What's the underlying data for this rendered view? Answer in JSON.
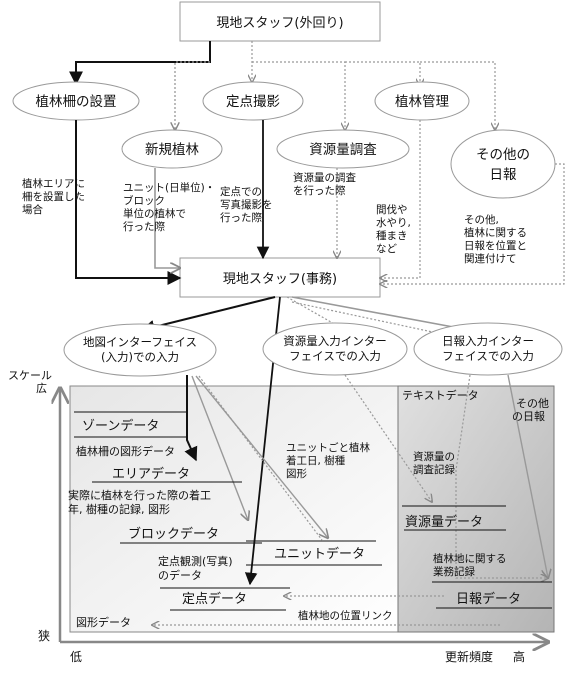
{
  "header": {
    "title": "現地スタッフ(外回り)"
  },
  "field_tasks": {
    "planting_fence": "植林柵の設置",
    "fixed_photo": "定点撮影",
    "forest_mgmt": "植林管理",
    "new_planting": "新規植林",
    "resource_survey": "資源量調査",
    "other_daily": [
      "その他の",
      "日報"
    ]
  },
  "annotations": {
    "fence_note": [
      "植林エリアに",
      "柵を設置した",
      "場合"
    ],
    "unit_note": [
      "ユニット(日単位)・",
      "ブロック",
      "単位の植林で",
      "行った際"
    ],
    "photo_note": [
      "定点での",
      "写真撮影を",
      "行った際"
    ],
    "survey_note": [
      "資源量の調査",
      "を行った際"
    ],
    "mgmt_note": [
      "間伐や",
      "水やり,",
      "種まき",
      "など"
    ],
    "other_note": [
      "その他,",
      "植林に関する",
      "日報を位置と",
      "関連付けて"
    ]
  },
  "office": {
    "title": "現地スタッフ(事務)"
  },
  "interfaces": {
    "map_if": [
      "地図インターフェイス",
      "(入力)での入力"
    ],
    "resource_if": [
      "資源量入力インター",
      "フェイスでの入力"
    ],
    "daily_if": [
      "日報入力インター",
      "フェイスでの入力"
    ]
  },
  "axes": {
    "scale_label": "スケール",
    "wide": "広",
    "narrow": "狭",
    "low": "低",
    "freq_label": "更新頻度",
    "high": "高"
  },
  "regions": {
    "text_data": "テキストデータ",
    "shape_data": "図形データ",
    "other_daily": [
      "その他",
      "の日報"
    ]
  },
  "data_items": {
    "zone": "ゾーンデータ",
    "fence_shape": "植林柵の図形データ",
    "area": "エリアデータ",
    "actual_note": [
      "実際に植林を行った際の着工",
      "年, 樹種の記録, 図形"
    ],
    "block": "ブロックデータ",
    "unit_note": [
      "ユニットごと植林",
      "着工日, 樹種",
      "図形"
    ],
    "unit": "ユニットデータ",
    "photo_note": [
      "定点観測(写真)",
      "のデータ"
    ],
    "fixed_point": "定点データ",
    "survey_record": [
      "資源量の",
      "調査記録"
    ],
    "resource": "資源量データ",
    "work_record": [
      "植林地に関する",
      "業務記録"
    ],
    "daily": "日報データ",
    "location_link": "植林地の位置リンク"
  },
  "colors": {
    "box_border": "#888888",
    "bg_light": "#f2f2f2",
    "bg_text_region": "#c8c8c8",
    "arrow_dark": "#111111",
    "arrow_gray": "#9a9a9a"
  }
}
